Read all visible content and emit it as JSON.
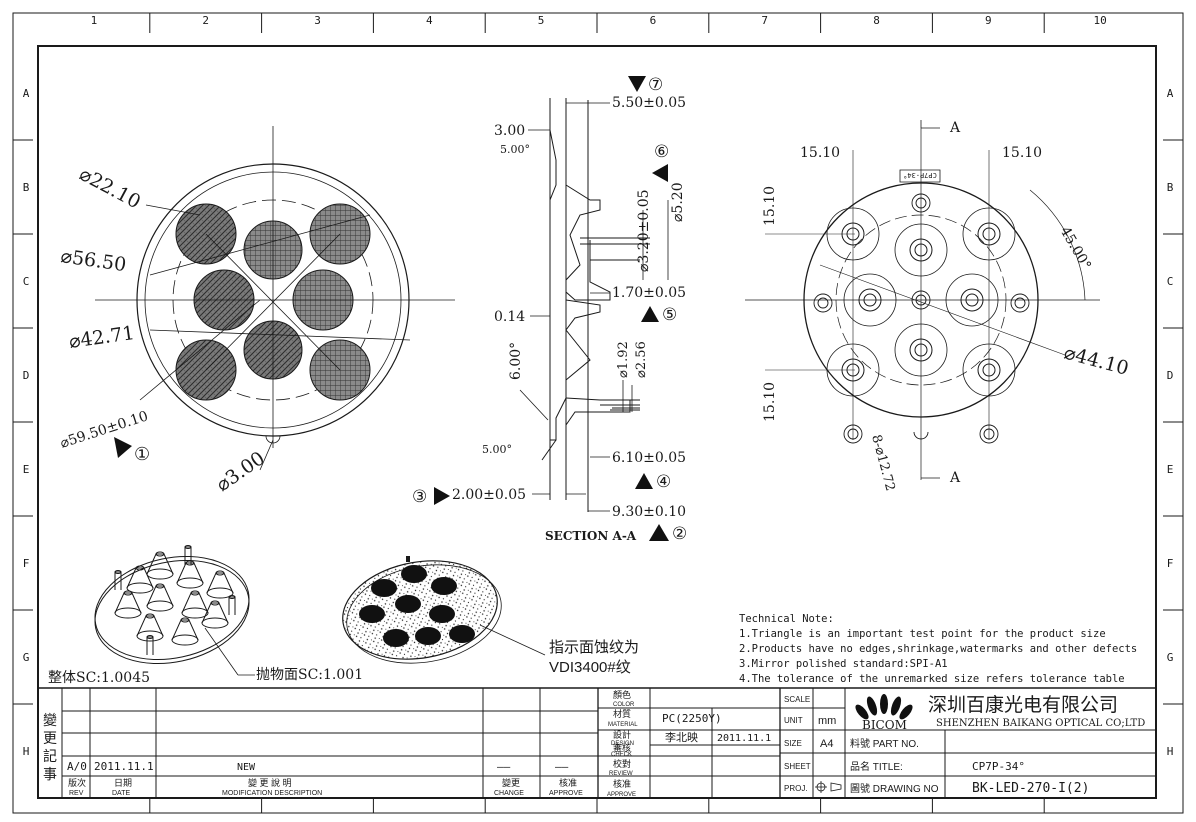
{
  "grid": {
    "columns": [
      "1",
      "2",
      "3",
      "4",
      "5",
      "6",
      "7",
      "8",
      "9",
      "10"
    ],
    "rows": [
      "A",
      "B",
      "C",
      "D",
      "E",
      "F",
      "G",
      "H"
    ]
  },
  "front_view": {
    "dims": [
      "⌀22.10",
      "⌀56.50",
      "⌀42.71",
      "⌀59.50±0.10",
      "⌀3.00"
    ],
    "marker": "①"
  },
  "section_view": {
    "dims": [
      "5.50±0.05",
      "3.00",
      "5.00°",
      "⌀3.20±0.05",
      "⌀5.20",
      "1.70±0.05",
      "0.14",
      "6.00°",
      "⌀1.92",
      "⌀2.56",
      "5.00°",
      "6.10±0.05",
      "2.00±0.05",
      "9.30±0.10"
    ],
    "markers": [
      "⑦",
      "⑥",
      "⑤",
      "④",
      "③",
      "②"
    ],
    "title": "SECTION A-A"
  },
  "back_view": {
    "dims": [
      "15.10",
      "15.10",
      "15.10",
      "15.10",
      "45.00°",
      "⌀44.10",
      "8-⌀12.72"
    ],
    "section_letter": "A",
    "part_label": "CP7P-34°"
  },
  "iso_notes": {
    "scale_label": "整体SC:1.0045",
    "mirror_label": "抛物面SC:1.001",
    "etch_line1": "指示面蚀纹为",
    "etch_line2": "VDI3400#纹"
  },
  "technical_note": {
    "heading": "Technical Note:",
    "lines": [
      "1.Triangle is an important test point for the product size",
      "2.Products have no edges,shrinkage,watermarks and other defects",
      "3.Mirror polished standard:SPI-A1",
      "4.The tolerance of the unremarked size refers tolerance table"
    ]
  },
  "title_block": {
    "revision_side_label": [
      "變",
      "更",
      "記",
      "事"
    ],
    "rev_row": {
      "rev": "A/0",
      "date": "2011.11.1",
      "description": "NEW",
      "change": "——",
      "approve": "——"
    },
    "rev_headers": {
      "rev_zh": "版次",
      "rev_en": "REV",
      "date_zh": "日期",
      "date_en": "DATE",
      "desc_zh": "變 更 說 明",
      "desc_en": "MODIFICATION DESCRIPTION",
      "change_zh": "變更",
      "change_en": "CHANGE",
      "approve_zh": "核准",
      "approve_en": "APPROVE"
    },
    "fields": {
      "color_zh": "顏色",
      "color_en": "COLOR",
      "material_zh": "材質",
      "material_en": "MATERIAL",
      "material_value": "PC(2250Y)",
      "design_zh": "設計",
      "design_en": "DESIGN",
      "designer": "李北映",
      "design_date": "2011.11.1",
      "check_zh": "審核",
      "check_en": "CHECK",
      "review_zh": "校對",
      "review_en": "REVIEW",
      "approve_zh": "核准",
      "approve_en": "APPROVE"
    },
    "scale_label": "SCALE",
    "unit_label": "UNIT",
    "unit_value": "mm",
    "size_label": "SIZE",
    "size_value": "A4",
    "sheet_label": "SHEET",
    "proj_label": "PROJ.",
    "company_zh": "深圳百康光电有限公司",
    "company_en": "SHENZHEN BAIKANG OPTICAL CO;LTD",
    "logo_text": "BICOM",
    "part_no_label": "料號 PART NO.",
    "title_label": "品名 TITLE:",
    "title_value": "CP7P-34°",
    "drawing_no_label": "圖號 DRAWING NO",
    "drawing_no_value": "BK-LED-270-I(2)"
  }
}
